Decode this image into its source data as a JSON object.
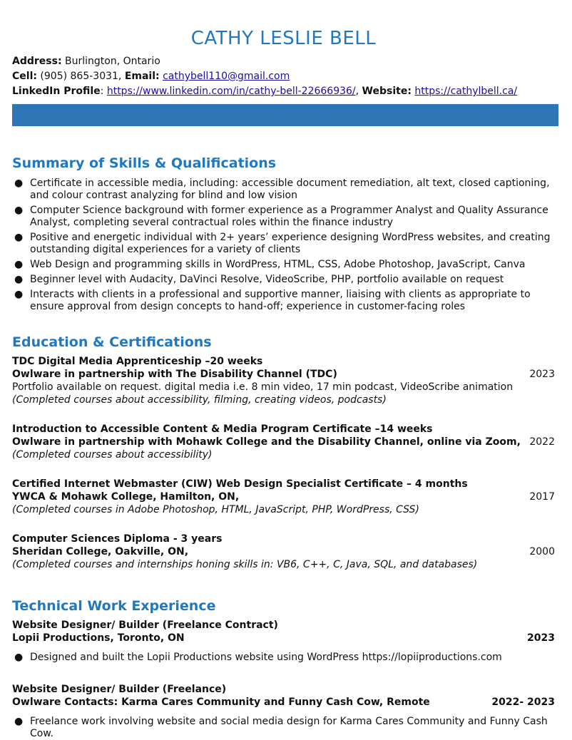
{
  "header": {
    "name": "CATHY LESLIE BELL",
    "address_label": "Address:",
    "address": " Burlington, Ontario",
    "cell_label": "Cell:",
    "cell": " (905) 865-3031, ",
    "email_label": "Email:",
    "email": "cathybell110@gmail.com",
    "linkedin_label": "LinkedIn Profile",
    "linkedin_colon": ": ",
    "linkedin": "https://www.linkedin.com/in/cathy-bell-22666936/",
    "sep": ", ",
    "website_label": "Website:",
    "website": "https://cathylbell.ca/"
  },
  "colors": {
    "accent": "#1f78c1",
    "bar": "#2e75b6",
    "link": "#1a0dab"
  },
  "summary": {
    "heading": "Summary of Skills & Qualifications",
    "items": [
      "Certificate in accessible media, including: accessible document remediation, alt text, closed captioning, and colour contrast analyzing for blind and low vision",
      "Computer Science background with former experience as a Programmer Analyst and Quality Assurance Analyst, completing several contractual roles within the finance industry",
      "Positive and energetic individual with 2+ years’ experience designing WordPress websites, and creating outstanding digital experiences for a variety of clients",
      "Web Design and programming skills in WordPress, HTML, CSS, Adobe Photoshop, JavaScript, Canva",
      "Beginner level with Audacity, DaVinci Resolve, VideoScribe, PHP, portfolio available on request",
      "Interacts with clients in a professional and supportive manner, liaising with clients as appropriate to ensure approval from design concepts to hand-off; experience in customer-facing roles"
    ]
  },
  "education": {
    "heading": "Education & Certifications",
    "entries": [
      {
        "title": "TDC Digital Media Apprenticeship –20 weeks",
        "org": "Owlware in partnership with The Disability Channel (TDC)",
        "year": "2023",
        "note": "Portfolio available on request. digital media i.e. 8 min video, 17 min podcast, VideoScribe animation",
        "courses": "(Completed courses about accessibility, filming, creating videos, podcasts)"
      },
      {
        "title": "Introduction to Accessible Content & Media Program Certificate –14 weeks",
        "org": "Owlware in partnership with Mohawk College and the Disability Channel, online via Zoom,",
        "year": "2022",
        "courses": "(Completed courses about accessibility)"
      },
      {
        "title": "Certified Internet Webmaster (CIW) Web Design Specialist Certificate – 4 months",
        "org": "YWCA & Mohawk College, Hamilton, ON,",
        "year": "2017",
        "courses": "(Completed courses in Adobe Photoshop, HTML, JavaScript, PHP, WordPress, CSS)"
      },
      {
        "title": "Computer Sciences Diploma - 3 years",
        "org": "Sheridan College, Oakville, ON,",
        "year": "2000",
        "courses": "(Completed courses and internships honing skills in: VB6, C++, C, Java, SQL, and databases)"
      }
    ]
  },
  "experience": {
    "heading": "Technical Work Experience",
    "jobs": [
      {
        "title": "Website Designer/ Builder (Freelance Contract)",
        "org": "Lopii Productions, Toronto, ON",
        "year": "2023",
        "bullets": [
          "Designed and built the Lopii Productions website using WordPress https://lopiiproductions.com"
        ]
      },
      {
        "title": "Website Designer/ Builder (Freelance)",
        "org": "Owlware Contacts: Karma Cares Community and Funny Cash Cow,  Remote",
        "year": "2022- 2023",
        "bullets": [
          "Freelance work involving website and social media design for Karma Cares Community and Funny Cash Cow."
        ]
      }
    ]
  }
}
